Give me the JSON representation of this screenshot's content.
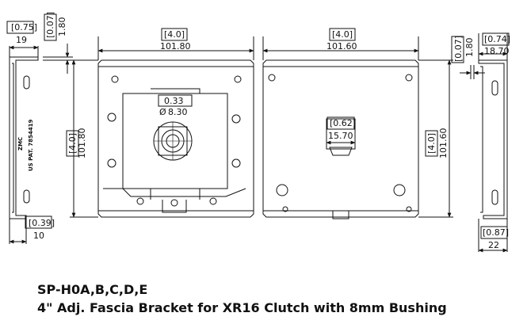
{
  "side_left": {
    "top_width_in": "[0.75]",
    "top_width_mm": "19",
    "top_flange_in": "[0.07]",
    "top_flange_mm": "1.80",
    "bottom_width_in": "[0.39]",
    "bottom_width_mm": "10",
    "stamp_line1": "ZMC",
    "stamp_line2": "US PAT. 7854419"
  },
  "front_view": {
    "width_in": "[4.0]",
    "width_mm": "101.80",
    "height_in": "[4.0]",
    "height_mm": "101.80",
    "bore_in": "0.33",
    "bore_mm": "8.30",
    "diameter_symbol": "Ø"
  },
  "back_view": {
    "width_in": "[4.0]",
    "width_mm": "101.60",
    "height_in": "[4.0]",
    "height_mm": "101.60",
    "slot_in": "[0.62]",
    "slot_mm": "15.70"
  },
  "side_right": {
    "top_width_in": "[0.74]",
    "top_width_mm": "18.70",
    "flange_in": "[0.07]",
    "flange_mm": "1.80",
    "bottom_width_in": "[0.87]",
    "bottom_width_mm": "22"
  },
  "caption": {
    "part_number": "SP-H0A,B,C,D,E",
    "description": "4\" Adj. Fascia Bracket for XR16 Clutch with 8mm Bushing"
  }
}
